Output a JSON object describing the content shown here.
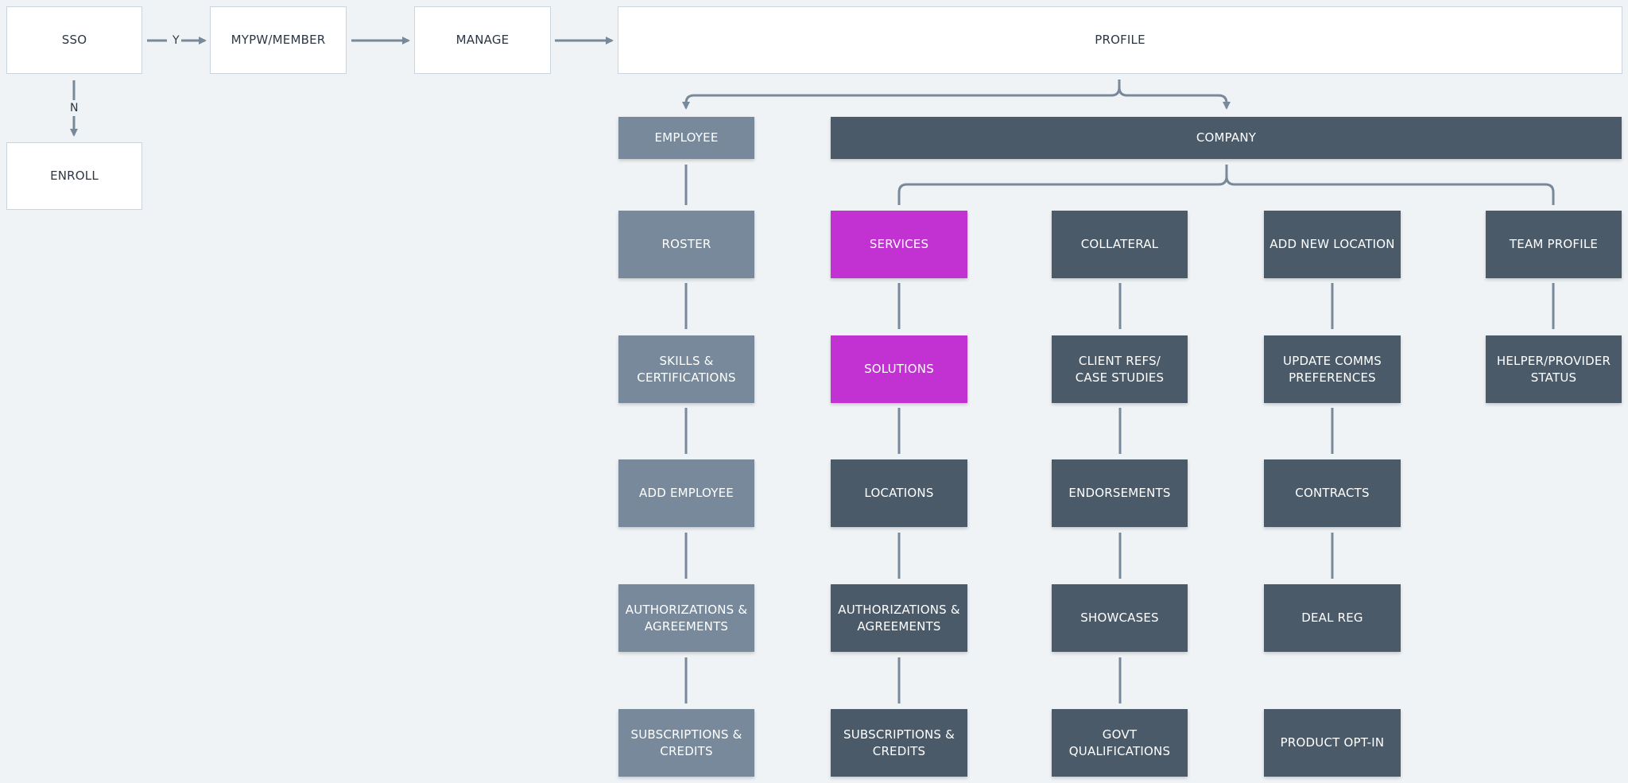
{
  "top": {
    "sso": "SSO",
    "mypw": "MYPW/MEMBER",
    "manage": "MANAGE",
    "profile": "PROFILE",
    "enroll": "ENROLL",
    "yes_label": "Y",
    "no_label": "N"
  },
  "branches": {
    "employee": "EMPLOYEE",
    "company": "COMPANY"
  },
  "employee_col": [
    "ROSTER",
    "SKILLS &\nCERTIFICATIONS",
    "ADD EMPLOYEE",
    "AUTHORIZATIONS &\nAGREEMENTS",
    "SUBSCRIPTIONS &\nCREDITS"
  ],
  "services_col": [
    "SERVICES",
    "SOLUTIONS",
    "LOCATIONS",
    "AUTHORIZATIONS &\nAGREEMENTS",
    "SUBSCRIPTIONS &\nCREDITS"
  ],
  "collateral_col": [
    "COLLATERAL",
    "CLIENT REFS/\nCASE STUDIES",
    "ENDORSEMENTS",
    "SHOWCASES",
    "GOVT\nQUALIFICATIONS"
  ],
  "location_col": [
    "ADD NEW LOCATION",
    "UPDATE COMMS\nPREFERENCES",
    "CONTRACTS",
    "DEAL REG",
    "PRODUCT OPT-IN"
  ],
  "team_col": [
    "TEAM PROFILE",
    "HELPER/PROVIDER\nSTATUS"
  ],
  "colors": {
    "background": "#eff3f6",
    "node_white": "#ffffff",
    "node_light": "#77899a",
    "node_dark": "#4a5a69",
    "highlight": "#c232d3",
    "connector": "#77899a"
  }
}
